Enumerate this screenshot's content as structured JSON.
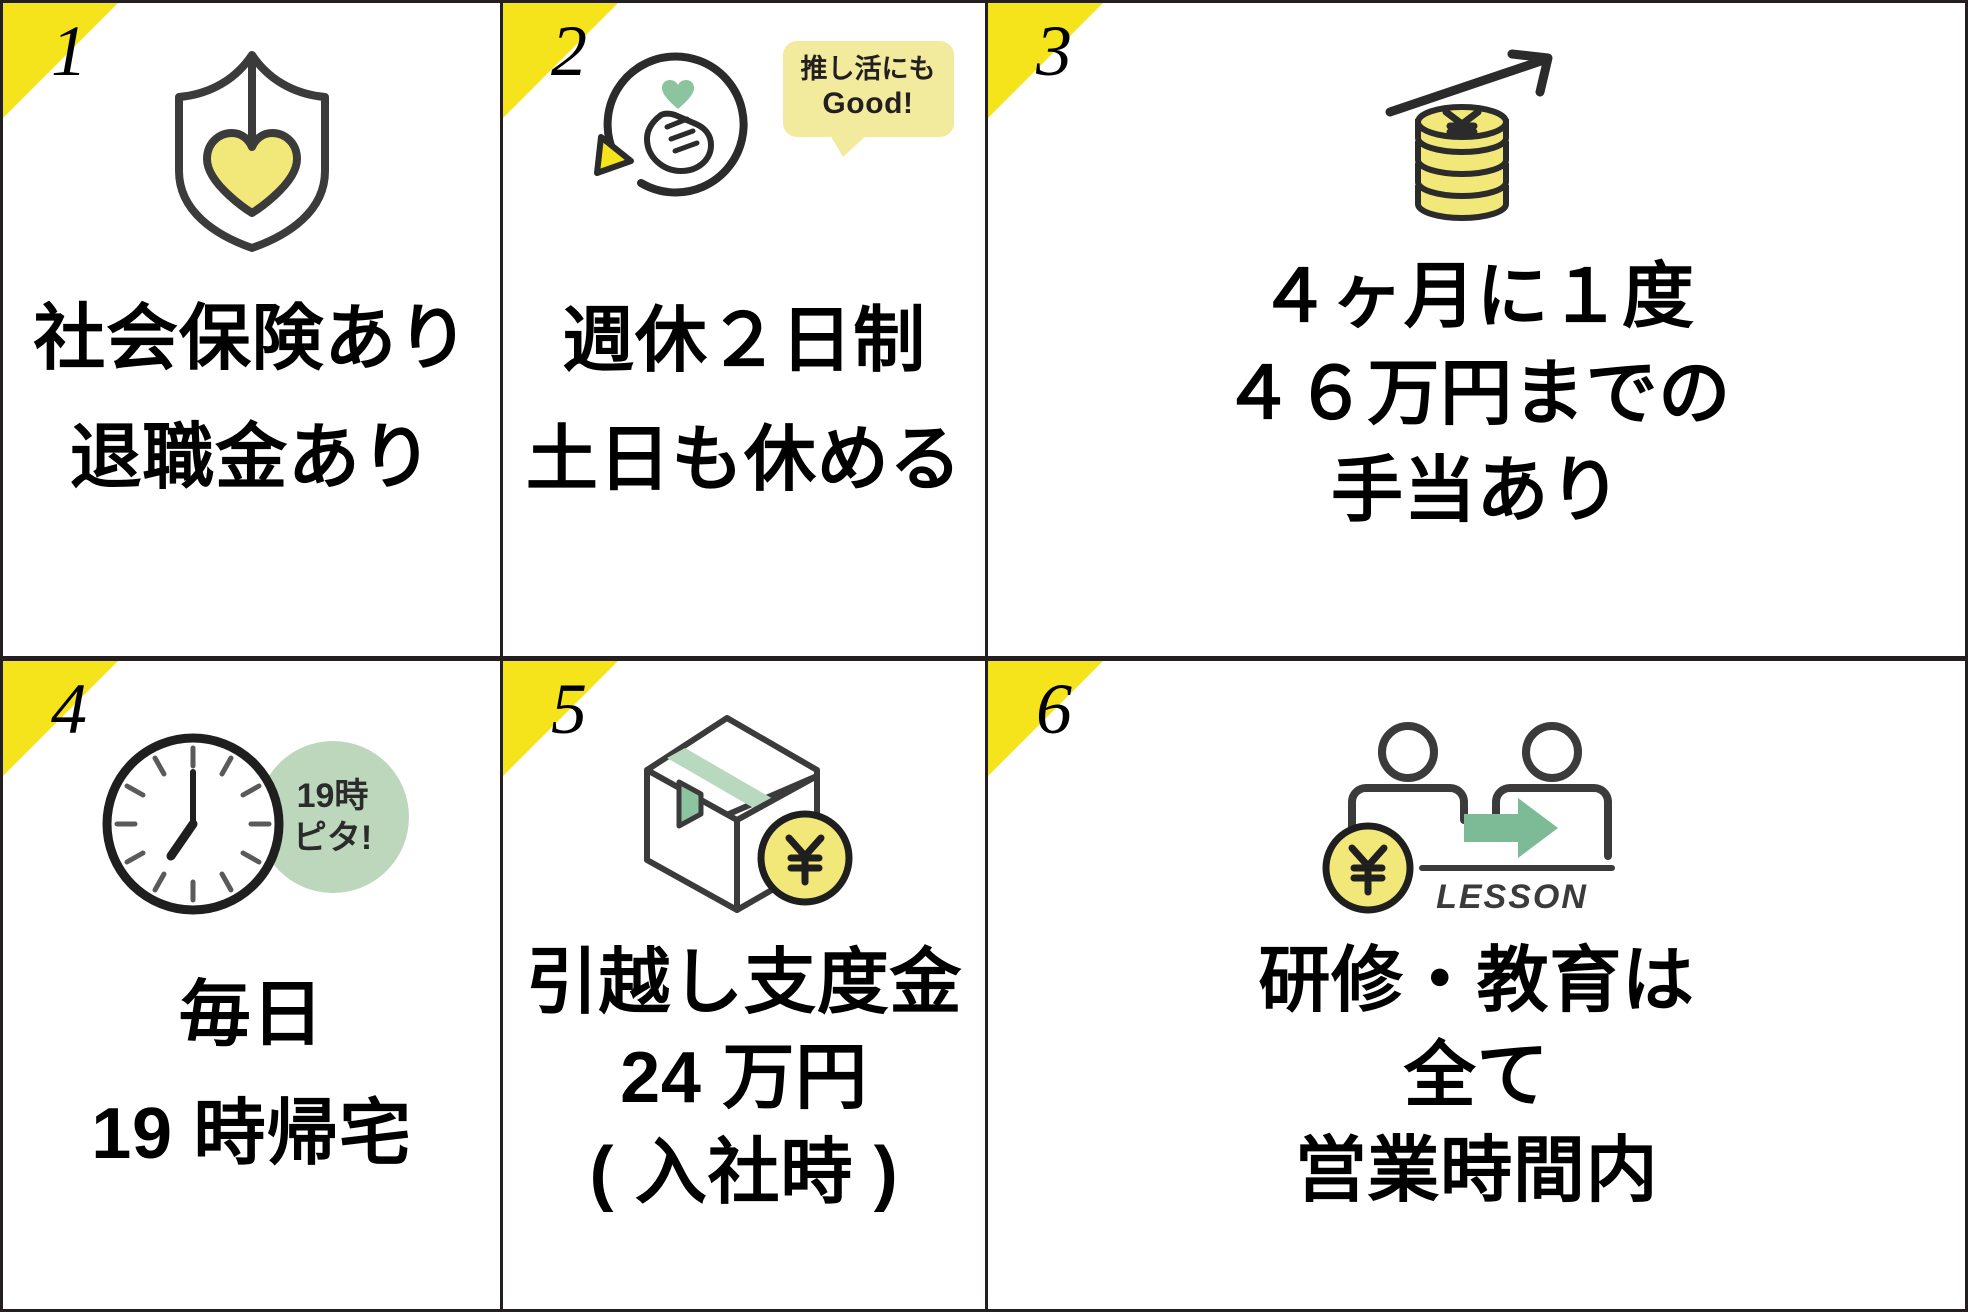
{
  "accents": {
    "flag_yellow": "#f5e31b",
    "coin_yellow": "#f2e87a",
    "bubble_yellow": "#f2ea9c",
    "green": "#8cc4a0",
    "badge_green": "#bcd7bc",
    "ink": "#231f20"
  },
  "cells": [
    {
      "number": "1",
      "icon": "shield-heart-icon",
      "lines": [
        "社会保険あり",
        "退職金あり"
      ]
    },
    {
      "number": "2",
      "icon": "refresh-finger-heart-icon",
      "bubble": {
        "line1": "推し活にも",
        "line2": "Good!"
      },
      "lines": [
        "週休２日制",
        "土日も休める"
      ]
    },
    {
      "number": "3",
      "icon": "coin-stack-arrow-up-icon",
      "lines": [
        "４ヶ月に１度",
        "４６万円までの",
        "手当あり"
      ]
    },
    {
      "number": "4",
      "icon": "clock-icon",
      "badge": {
        "line1": "19時",
        "line2": "ピタ!"
      },
      "lines": [
        "毎日",
        "19 時帰宅"
      ]
    },
    {
      "number": "5",
      "icon": "moving-box-yen-icon",
      "lines": [
        "引越し支度金",
        "24 万円",
        "( 入社時 )"
      ]
    },
    {
      "number": "6",
      "icon": "lesson-people-yen-icon",
      "icon_label": "LESSON",
      "lines": [
        "研修・教育は",
        "全て",
        "営業時間内"
      ]
    }
  ]
}
